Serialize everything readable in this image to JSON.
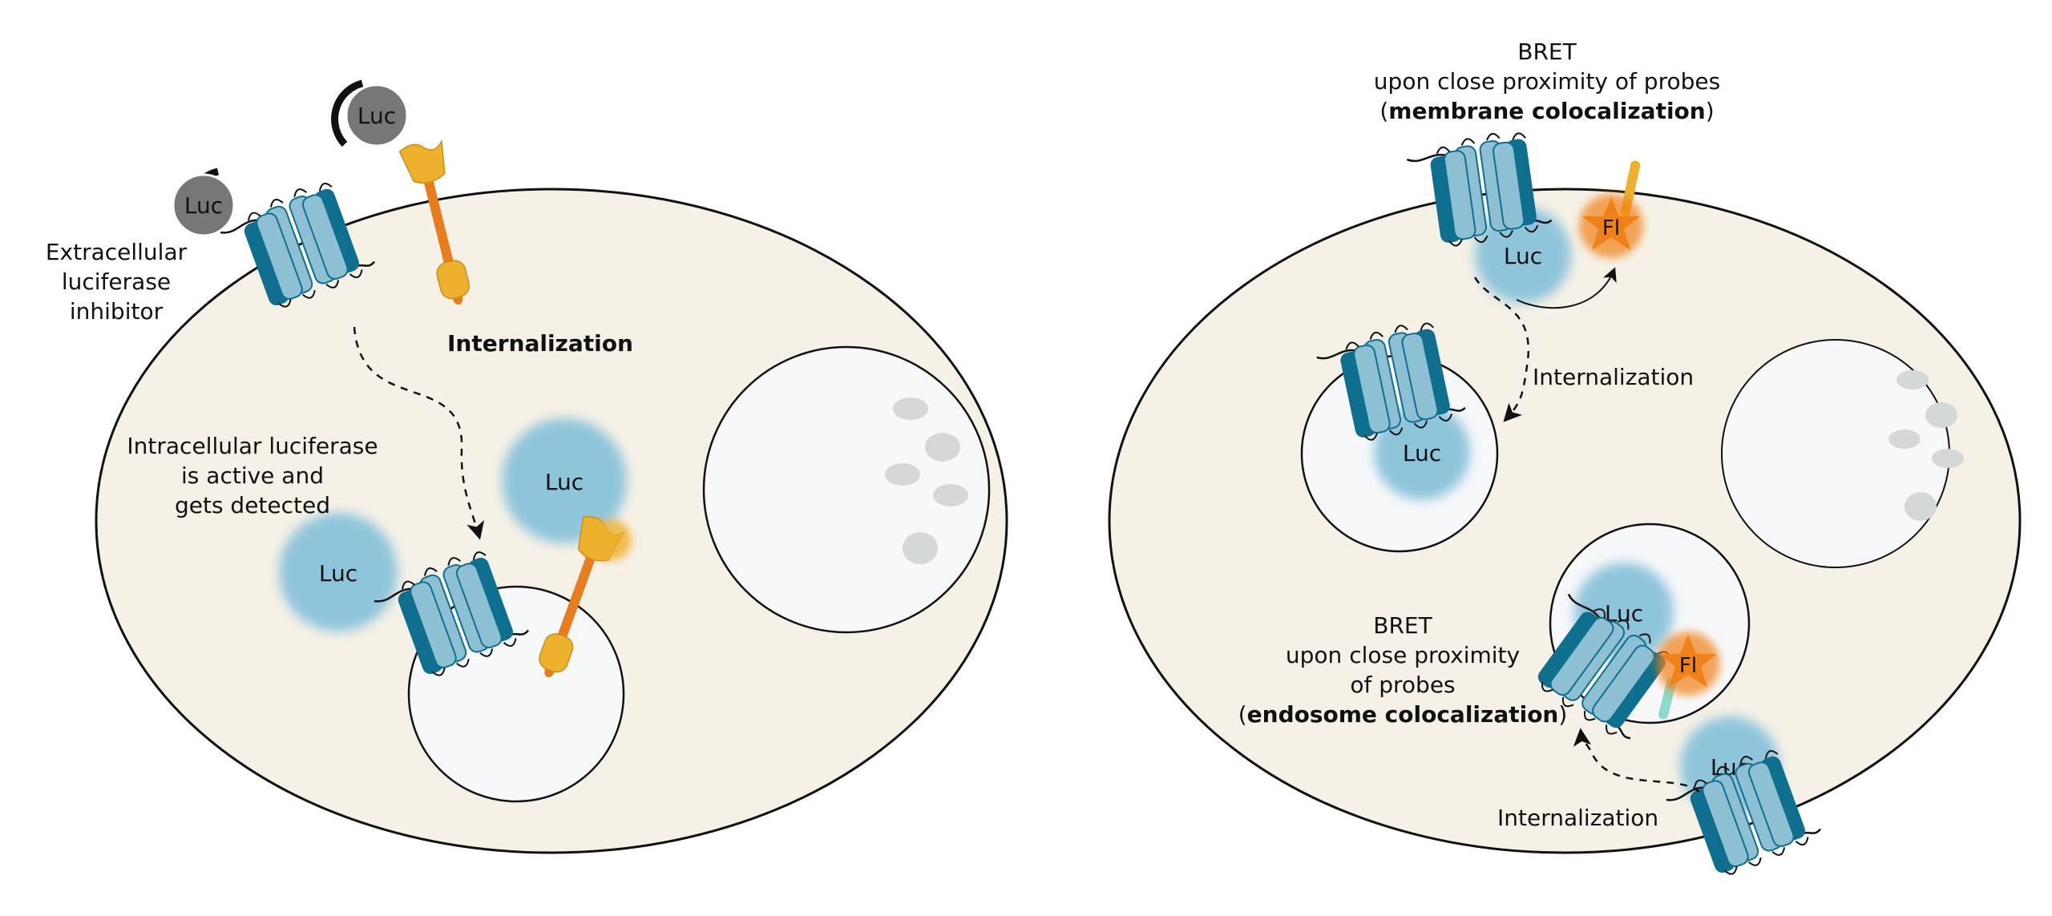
{
  "left_panel": {
    "extracellular_inhibitor": [
      "Extracellular",
      "luciferase",
      "inhibitor"
    ],
    "internalization": "Internalization",
    "intracellular_note": [
      "Intracellular luciferase",
      "is active and",
      "gets detected"
    ],
    "luc": "Luc"
  },
  "right_panel": {
    "bret_membrane": {
      "line1": "BRET",
      "line2": "upon close proximity of probes",
      "open": "(",
      "bold": "membrane colocalization",
      "close": ")"
    },
    "internalization_upper": "Internalization",
    "internalization_lower": "Internalization",
    "bret_endosome": {
      "line1": "BRET",
      "line2": "upon close proximity",
      "line3": "of probes",
      "open": "(",
      "bold": "endosome colocalization",
      "close": ")"
    },
    "luc": "Luc",
    "fl": "Fl"
  },
  "colors": {
    "cell_fill": "#f5f1e6",
    "vesicle_fill": "#f6f8fa",
    "receptor_dark": "#0e6f8f",
    "receptor_light": "#8ec0d4",
    "luc_glow": "#8fc5db",
    "luc_grey": "#777777",
    "ligand_orange": "#e87d1e",
    "ligand_yellow": "#edb12e",
    "fluor": "#f08018",
    "teal_linker": "#8fd8cc",
    "granule": "#d4d8d8"
  }
}
